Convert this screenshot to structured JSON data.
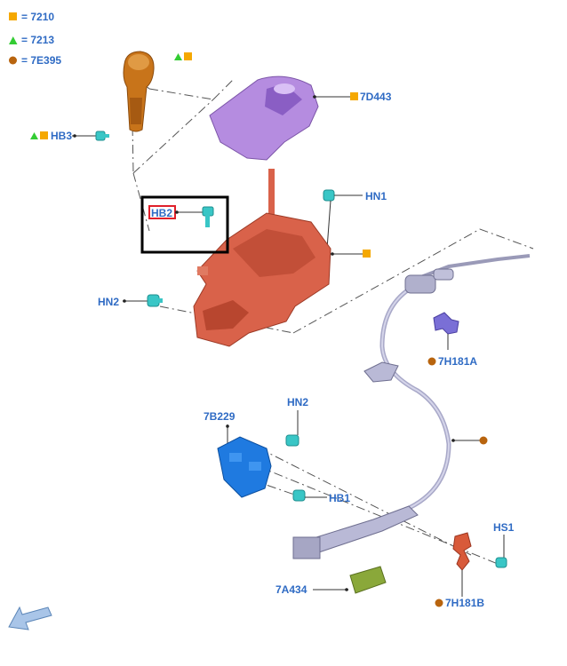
{
  "legend": [
    {
      "symbol": "square",
      "color": "#f5a800",
      "label": "= 7210"
    },
    {
      "symbol": "triangle",
      "color": "#33cc33",
      "label": "= 7213"
    },
    {
      "symbol": "circle",
      "color": "#b8640e",
      "label": "= 7E395"
    }
  ],
  "colors": {
    "label_blue": "#2f6bc4",
    "knob_orange": "#c8741a",
    "boot_purple": "#b58ce0",
    "shifter_red": "#d9624a",
    "cable_gray": "#a8a8c8",
    "bracket_blue": "#1f7ae0",
    "fastener_teal": "#39c6c6",
    "clip_red": "#d85a3a",
    "block_green": "#8aa83a",
    "highlight_red": "#e0202a",
    "selection_box": "#000000"
  },
  "labels": {
    "hb3": "HB3",
    "hb2": "HB2",
    "hb1": "HB1",
    "hn1": "HN1",
    "hn2_left": "HN2",
    "hn2_lower": "HN2",
    "hs1": "HS1",
    "p7d443": "7D443",
    "p7h181a": "7H181A",
    "p7h181b": "7H181B",
    "p7b229": "7B229",
    "p7a434": "7A434"
  },
  "icons": {
    "nav": "arrow-back-icon"
  }
}
